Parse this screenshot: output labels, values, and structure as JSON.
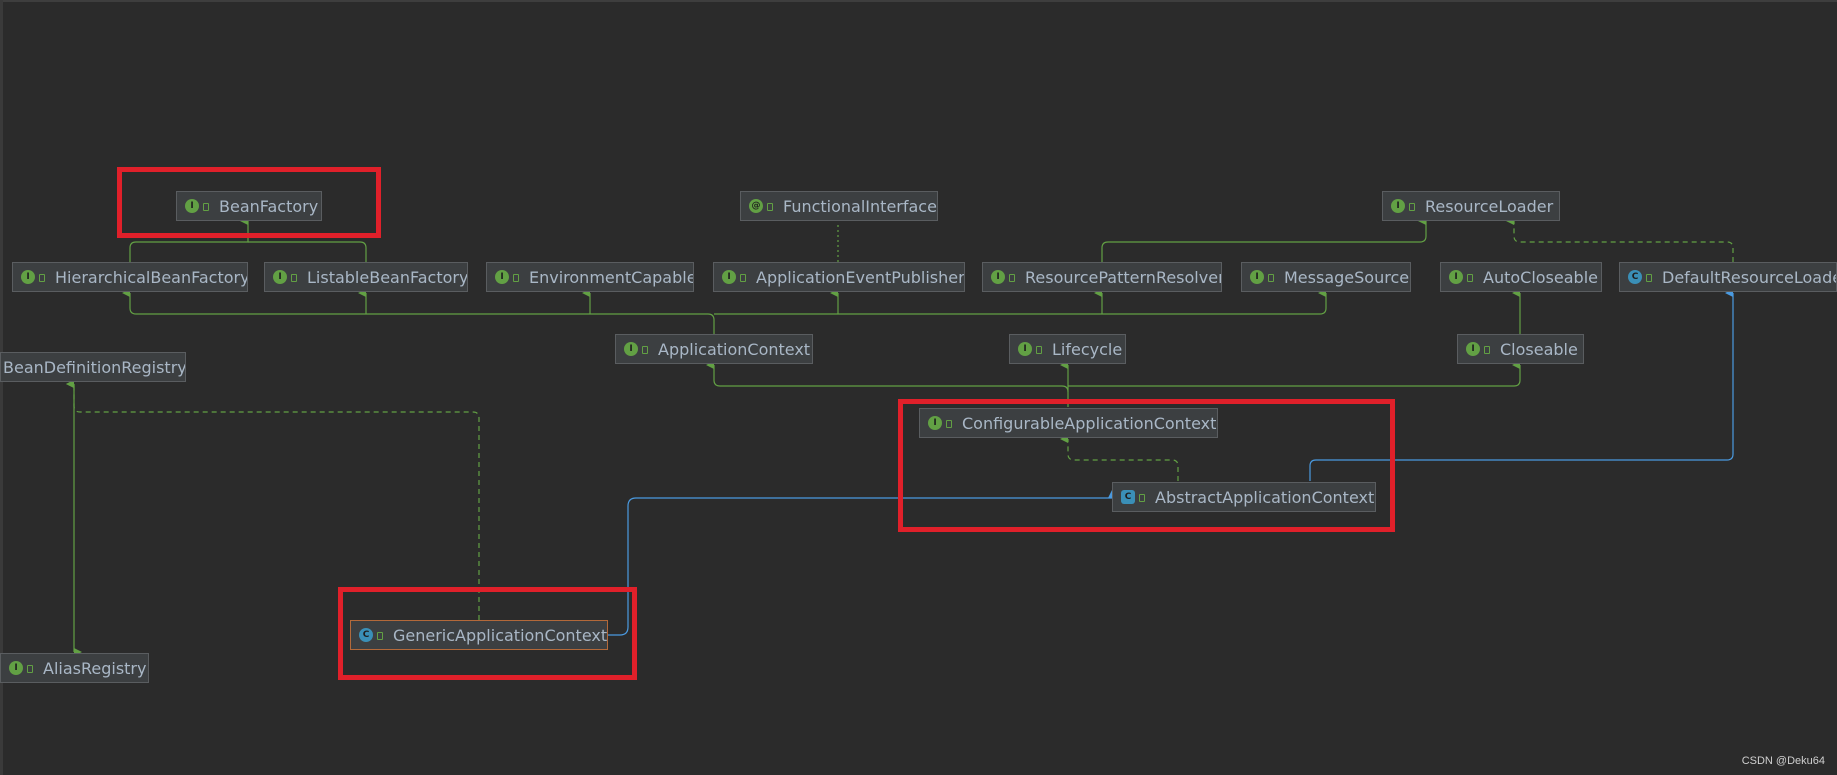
{
  "diagram": {
    "nodes": {
      "bean_factory": "BeanFactory",
      "functional_interface": "FunctionalInterface",
      "resource_loader": "ResourceLoader",
      "hierarchical_bean_factory": "HierarchicalBeanFactory",
      "listable_bean_factory": "ListableBeanFactory",
      "environment_capable": "EnvironmentCapable",
      "application_event_publisher": "ApplicationEventPublisher",
      "resource_pattern_resolver": "ResourcePatternResolver",
      "message_source": "MessageSource",
      "auto_closeable": "AutoCloseable",
      "default_resource_loader": "DefaultResourceLoader",
      "bean_definition_registry": "BeanDefinitionRegistry",
      "application_context": "ApplicationContext",
      "lifecycle": "Lifecycle",
      "closeable": "Closeable",
      "configurable_application_context": "ConfigurableApplicationContext",
      "abstract_application_context": "AbstractApplicationContext",
      "generic_application_context": "GenericApplicationContext",
      "alias_registry": "AliasRegistry"
    },
    "kind_icons": {
      "interface": "interface-icon",
      "annotation": "annotation-icon",
      "class": "class-icon",
      "abstract_class": "abstract-class-icon",
      "visibility": "public-lock-icon"
    },
    "colors": {
      "background": "#2b2b2b",
      "node_bg": "#3c3f41",
      "extends_line": "#62a044",
      "class_extends_line": "#4a9ae0",
      "highlight": "#e0202a"
    }
  },
  "watermark": "CSDN @Deku64"
}
